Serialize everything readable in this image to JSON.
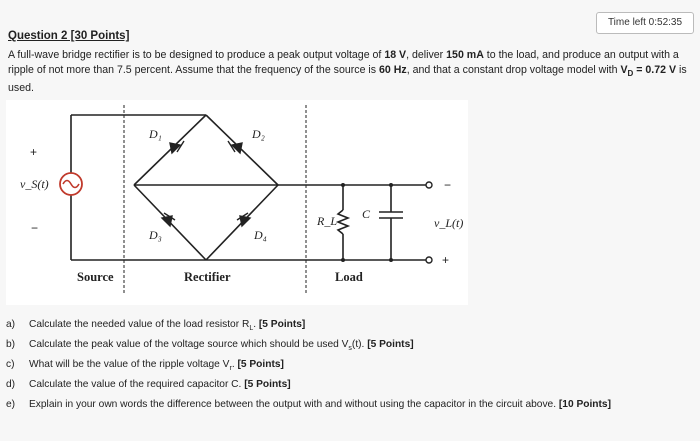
{
  "timer": "Time left 0:52:35",
  "question": {
    "title": "Question 2 [30 Points]",
    "intro": {
      "s1": "A full-wave bridge rectifier is to be designed to produce a peak output voltage of ",
      "b1": "18 V",
      "s2": ", deliver ",
      "b2": "150 mA",
      "s3": " to the load, and produce an output with a ripple of not more than 7.5 percent. Assume that the frequency of the source is ",
      "b3": "60 Hz",
      "s4": ", and that a constant drop voltage model with ",
      "b4": "V",
      "b4sub": "D",
      "b4rest": " = 0.72 V",
      "s5": " is used."
    }
  },
  "diagram": {
    "labels": {
      "d1": "D₁",
      "d2": "D₂",
      "d3": "D₃",
      "d4": "D₄",
      "rl": "R_L",
      "c": "C",
      "vs": "v_S(t)",
      "vl": "v_L(t)",
      "plus_src": "+",
      "minus_src": "−",
      "plus_out": "+",
      "minus_out": "−",
      "source": "Source",
      "rectifier": "Rectifier",
      "load": "Load"
    }
  },
  "parts": [
    {
      "label": "a)",
      "text": "Calculate the needed value of the load resistor R",
      "sub": "L",
      "after": ".",
      "points": "[5 Points]"
    },
    {
      "label": "b)",
      "text": "Calculate the peak value of the voltage source which should be used V",
      "sub": "s",
      "after": "(t).",
      "points": "[5 Points]"
    },
    {
      "label": "c)",
      "text": "What will be the value of the ripple voltage V",
      "sub": "r",
      "after": ".",
      "points": "[5 Points]"
    },
    {
      "label": "d)",
      "text": "Calculate the value of the required capacitor C.",
      "sub": "",
      "after": "",
      "points": "[5 Points]"
    },
    {
      "label": "e)",
      "text": "Explain in your own words the difference between the output with and without using the capacitor in the circuit above.",
      "sub": "",
      "after": "",
      "points": "[10 Points]"
    }
  ]
}
